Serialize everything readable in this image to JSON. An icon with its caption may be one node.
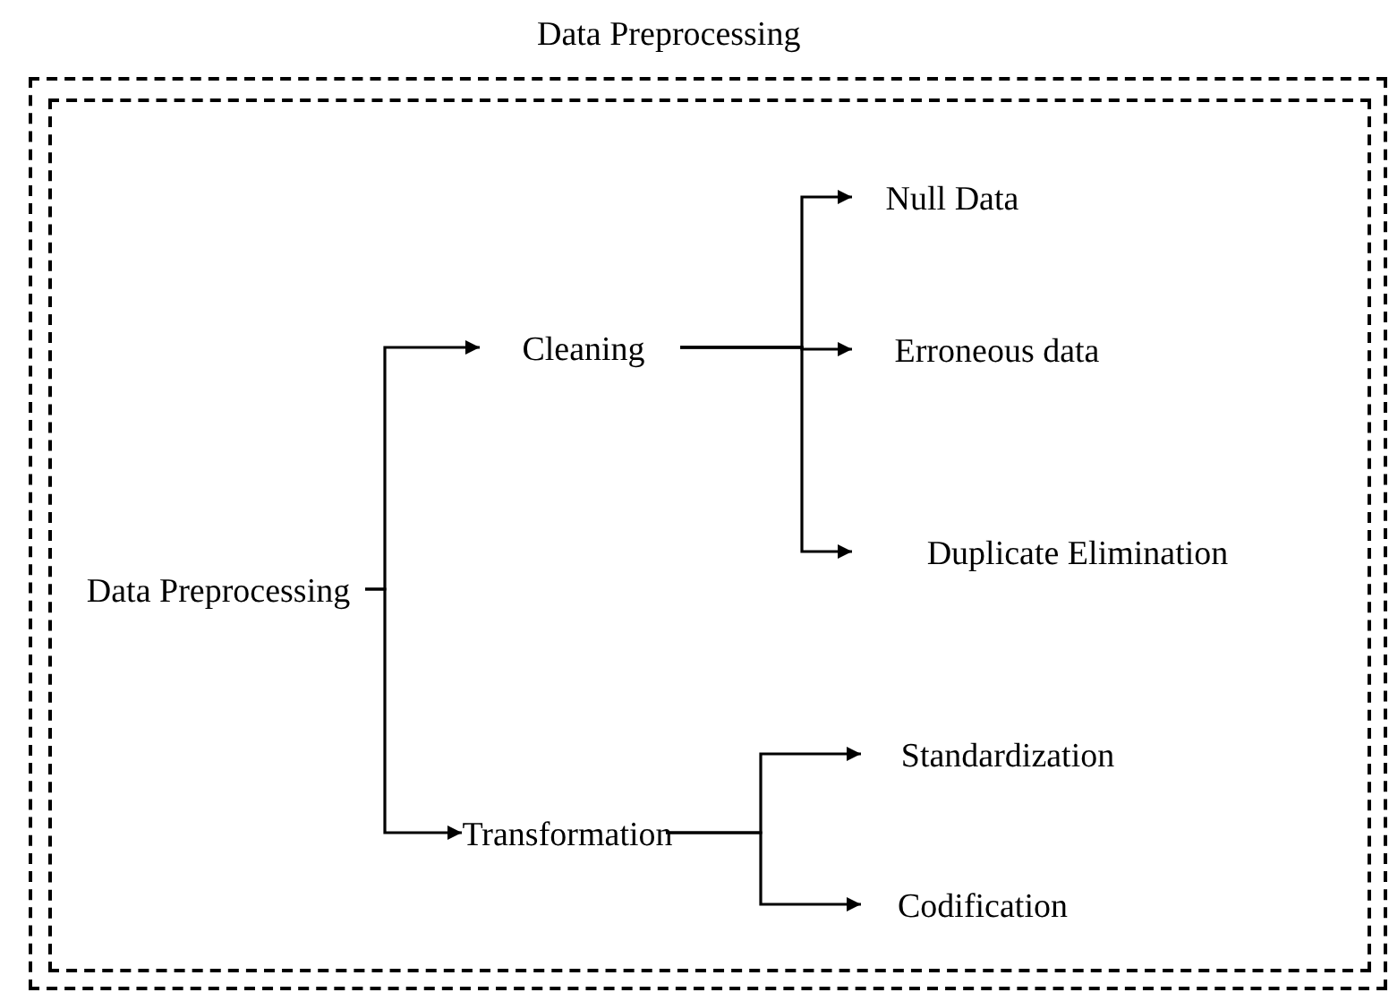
{
  "diagram": {
    "nodes": [
      {
        "text": [
          "Data Preprocessing"
        ]
      },
      {
        "text": [],
        "shape": "box",
        "in": 0
      },
      {
        "text": [
          "Data Preprocessing"
        ],
        "in": 1
      },
      {
        "text": [
          "Cleaning"
        ],
        "in": 1
      },
      {
        "text": [
          "Transformation"
        ],
        "in": 1
      },
      {
        "text": [
          "Null Data"
        ],
        "in": 1
      },
      {
        "text": [
          "Erroneous data"
        ],
        "in": 1
      },
      {
        "text": [
          "Duplicate Elimination"
        ],
        "in": 1
      },
      {
        "text": [
          "Standardization"
        ],
        "in": 1
      },
      {
        "text": [
          "Codification"
        ],
        "in": 1
      }
    ],
    "edges": [
      {
        "from": 2,
        "to": 3,
        "arrow": "to"
      },
      {
        "from": 2,
        "to": 4,
        "arrow": "to"
      },
      {
        "from": 3,
        "to": 5,
        "arrow": "to"
      },
      {
        "from": 3,
        "to": 6,
        "arrow": "to"
      },
      {
        "from": 3,
        "to": 7,
        "arrow": "to"
      },
      {
        "from": 4,
        "to": 8,
        "arrow": "to"
      },
      {
        "from": 4,
        "to": 9,
        "arrow": "to"
      }
    ]
  }
}
